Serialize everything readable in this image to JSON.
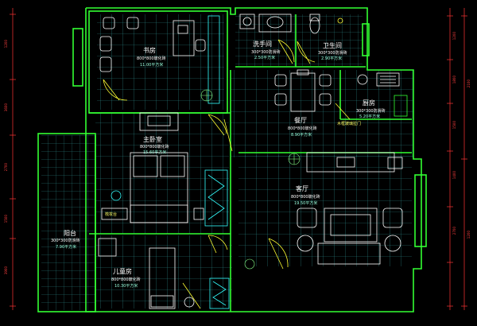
{
  "rooms": {
    "study": {
      "name": "书房",
      "spec": "800*800玻化砖",
      "area": "11.00平方米"
    },
    "washroom": {
      "name": "洗手间",
      "spec": "300*300防滑砖",
      "area": "2.50平方米"
    },
    "toilet": {
      "name": "卫生间",
      "spec": "300*300防滑砖",
      "area": "2.90平方米"
    },
    "kitchen": {
      "name": "厨房",
      "spec": "300*300防滑砖",
      "area": "5.20平方米"
    },
    "dining": {
      "name": "餐厅",
      "spec": "800*800玻化砖",
      "area": "8.90平方米"
    },
    "master": {
      "name": "主卧室",
      "spec": "800*800玻化砖",
      "area": "15.60平方米"
    },
    "living": {
      "name": "客厅",
      "spec": "800*800玻化砖",
      "area": "19.50平方米"
    },
    "balcony": {
      "name": "阳台",
      "spec": "300*300防滑砖",
      "area": "7.90平方米"
    },
    "child": {
      "name": "儿童房",
      "spec": "800*800玻化砖",
      "area": "10.30平方米"
    }
  },
  "notes": {
    "vanity": "梳妆台",
    "kitchen_door": "木框玻璃拉门"
  },
  "dimensions": {
    "left": [
      "1200",
      "3600",
      "2700",
      "1500",
      "3900"
    ],
    "right": [
      "1200",
      "1800",
      "1500",
      "1400",
      "2700",
      "2100",
      "1200"
    ]
  },
  "colors": {
    "wall": "#33ff33",
    "grid": "#2f8f8f",
    "furniture": "#ffffff",
    "door": "#ffff33",
    "cyan": "#33ffff",
    "dim": "#ff3333",
    "plant": "#88ff88"
  }
}
